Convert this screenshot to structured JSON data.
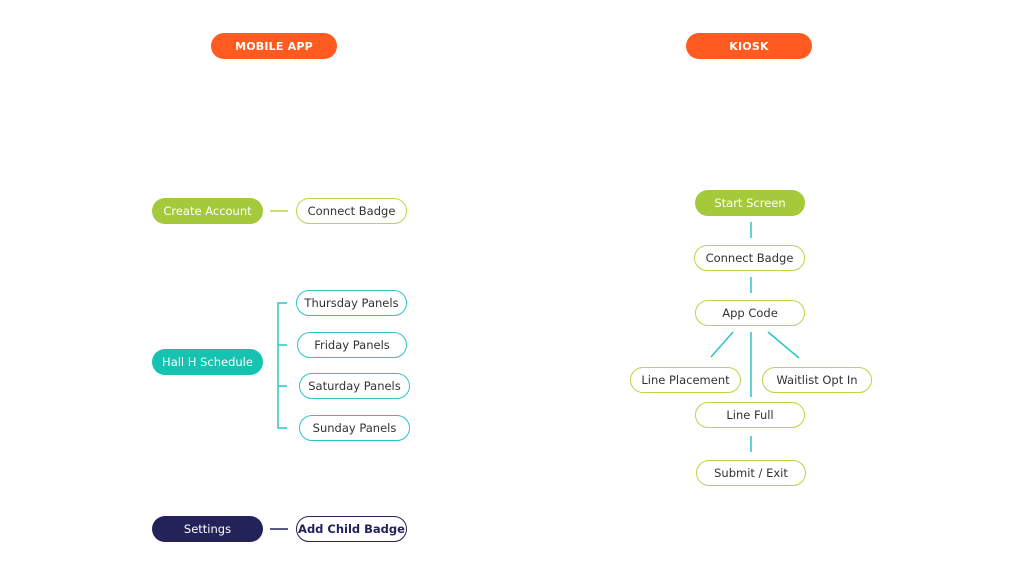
{
  "headers": {
    "mobile": "MOBILE APP",
    "kiosk": "KIOSK"
  },
  "mobile": {
    "create_account": "Create Account",
    "connect_badge": "Connect Badge",
    "hall_h_schedule": "Hall H Schedule",
    "panels": [
      "Thursday Panels",
      "Friday Panels",
      "Saturday Panels",
      "Sunday Panels"
    ],
    "settings": "Settings",
    "add_child_badge": "Add Child Badge"
  },
  "kiosk": {
    "start_screen": "Start Screen",
    "connect_badge": "Connect Badge",
    "app_code": "App Code",
    "line_placement": "Line Placement",
    "waitlist_opt_in": "Waitlist Opt In",
    "line_full": "Line Full",
    "submit_exit": "Submit / Exit"
  },
  "colors": {
    "header": "#ff5a1f",
    "green": "#a4c93a",
    "teal": "#16c2b0",
    "navy": "#23235a",
    "connector": "#2ec4c6"
  }
}
